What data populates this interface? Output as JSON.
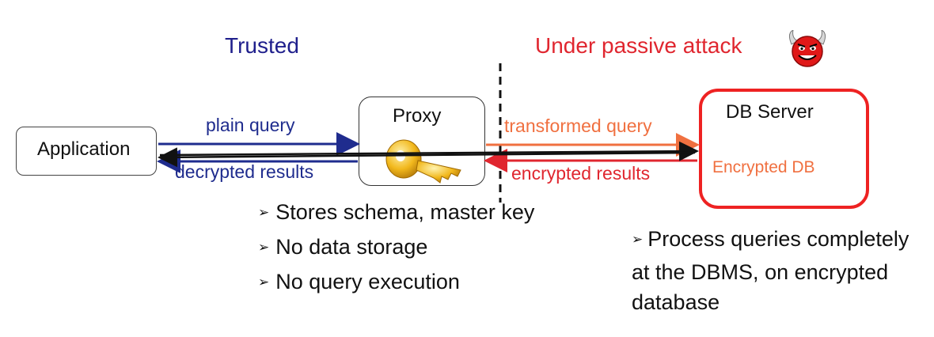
{
  "zones": {
    "trusted": "Trusted",
    "attack": "Under passive attack"
  },
  "nodes": {
    "application": "Application",
    "proxy": "Proxy",
    "db_server": "DB Server",
    "encrypted_db": "Encrypted DB"
  },
  "edges": {
    "plain_query": "plain query",
    "decrypted_results": "decrypted results",
    "transformed_query": "transformed query",
    "encrypted_results": "encrypted results"
  },
  "proxy_notes": {
    "marker": "➢",
    "items": [
      "Stores schema, master key",
      "No data storage",
      "No query execution"
    ]
  },
  "db_notes": {
    "marker": "➢",
    "line1": "Process queries completely",
    "line2": "at the DBMS, on encrypted",
    "line3": "database"
  },
  "icons": {
    "proxy": "key-icon",
    "attacker": "devil-icon"
  },
  "colors": {
    "trusted": "#1f1f8c",
    "attack": "#e0262f",
    "orange": "#f07040",
    "db_border": "#ee2222"
  }
}
